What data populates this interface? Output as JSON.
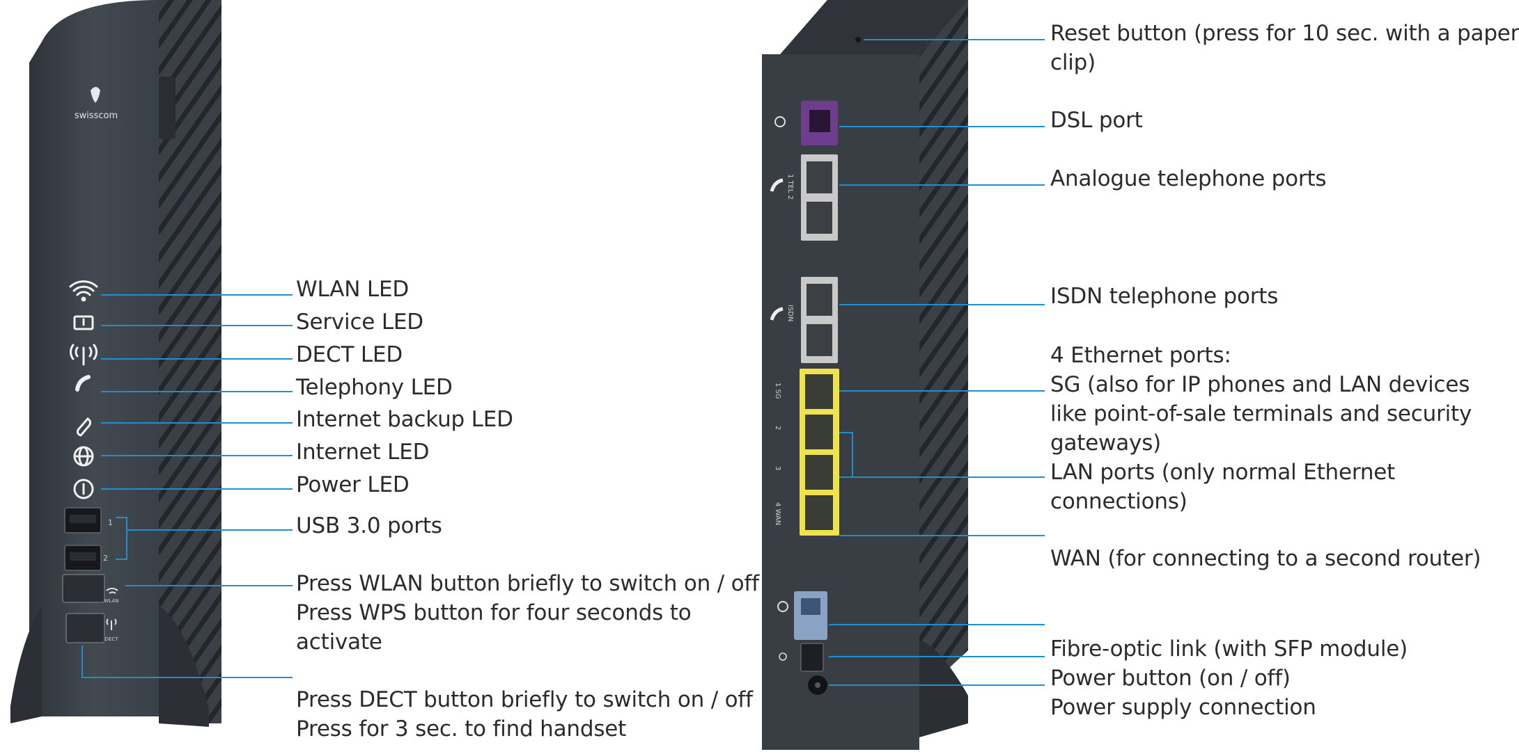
{
  "front": {
    "brand": "swisscom",
    "usb_numbers": [
      "1",
      "2"
    ],
    "button_labels": {
      "wlan": "WLAN",
      "dect": "DECT"
    },
    "labels": [
      {
        "id": "wlan-led",
        "lines": [
          "WLAN LED"
        ]
      },
      {
        "id": "service-led",
        "lines": [
          "Service LED"
        ]
      },
      {
        "id": "dect-led",
        "lines": [
          "DECT LED"
        ]
      },
      {
        "id": "telephony-led",
        "lines": [
          "Telephony LED"
        ]
      },
      {
        "id": "internet-backup-led",
        "lines": [
          "Internet backup LED"
        ]
      },
      {
        "id": "internet-led",
        "lines": [
          "Internet LED"
        ]
      },
      {
        "id": "power-led",
        "lines": [
          "Power LED"
        ]
      },
      {
        "id": "usb-ports",
        "lines": [
          "USB 3.0 ports"
        ]
      },
      {
        "id": "wlan-button",
        "lines": [
          "Press WLAN button briefly to switch on / off",
          "Press WPS button for four seconds to",
          "activate"
        ]
      },
      {
        "id": "dect-button",
        "lines": [
          "Press DECT button briefly to switch on / off",
          "Press for 3 sec. to find handset"
        ]
      }
    ]
  },
  "back": {
    "port_marks": {
      "tel": "1  TEL  2",
      "isdn": "ISDN",
      "eth": [
        "1  SG",
        "2",
        "3",
        "4  WAN"
      ]
    },
    "labels": [
      {
        "id": "reset-button",
        "lines": [
          "Reset button (press for 10 sec. with a paper",
          "clip)"
        ]
      },
      {
        "id": "dsl-port",
        "lines": [
          "DSL port"
        ]
      },
      {
        "id": "analogue-ports",
        "lines": [
          "Analogue telephone ports"
        ]
      },
      {
        "id": "isdn-ports",
        "lines": [
          "ISDN telephone ports"
        ]
      },
      {
        "id": "ethernet-ports",
        "lines": [
          "4 Ethernet ports:",
          "SG (also for IP phones and LAN devices",
          "like point-of-sale terminals and security",
          "gateways)",
          "LAN ports (only normal Ethernet",
          "connections)"
        ]
      },
      {
        "id": "wan-port",
        "lines": [
          "WAN (for connecting to a second router)"
        ]
      },
      {
        "id": "fibre-optic",
        "lines": [
          "Fibre-optic link (with SFP module)"
        ]
      },
      {
        "id": "power-button-supply",
        "lines": [
          "Power button (on / off)",
          "Power supply connection"
        ]
      }
    ]
  },
  "colors": {
    "leader": "#1f8fcf",
    "body": "#3e434b",
    "dsl": "#6e3d8e",
    "ethernet": "#f0e24a",
    "telport": "#c9c9c9",
    "text": "#2b2b2b"
  }
}
